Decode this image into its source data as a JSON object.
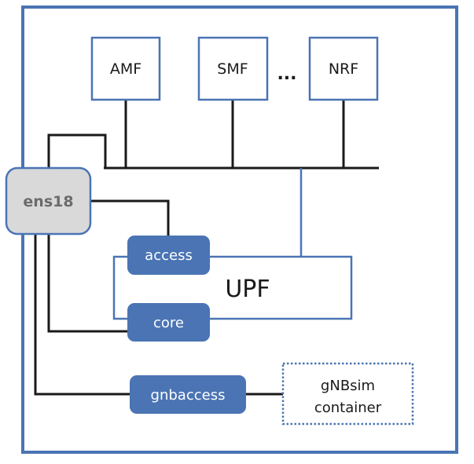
{
  "colors": {
    "frame": "#4a74b4",
    "line": "#1a1a1a",
    "pill_fill": "#4a74b4",
    "host_fill": "#d9d9d9",
    "host_text": "#6b6b6b"
  },
  "network_functions": [
    {
      "id": "amf",
      "label": "AMF"
    },
    {
      "id": "smf",
      "label": "SMF"
    },
    {
      "id": "nrf",
      "label": "NRF"
    }
  ],
  "ellipsis": "...",
  "host_interface": {
    "label": "ens18"
  },
  "upf": {
    "label": "UPF",
    "interfaces": [
      {
        "id": "access",
        "label": "access"
      },
      {
        "id": "core",
        "label": "core"
      }
    ]
  },
  "gnb_interface": {
    "label": "gnbaccess"
  },
  "gnbsim": {
    "line1": "gNBsim",
    "line2": "container"
  }
}
